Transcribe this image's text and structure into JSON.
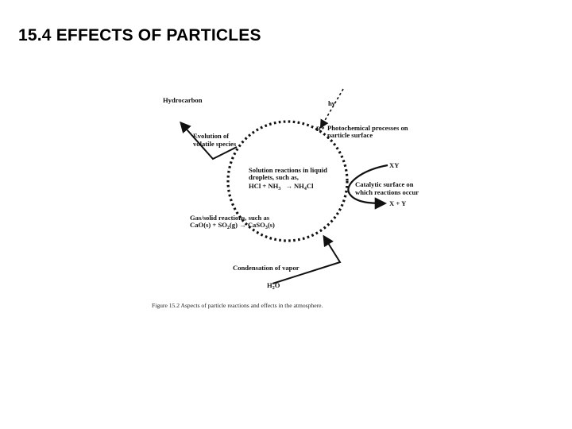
{
  "slide": {
    "title": "15.4 EFFECTS OF PARTICLES"
  },
  "figure": {
    "hydrocarbon": "Hydrocarbon",
    "evolution": [
      "Evolution of",
      "volatile species"
    ],
    "hv": "hν",
    "r_star": "R*",
    "photochemical": [
      "Photochemical processes on",
      "particle surface"
    ],
    "solution": {
      "line1": "Solution reactions in liquid",
      "line2": "droplets, such as,",
      "eq_hcl": "HCl + NH",
      "eq_sub3": "3",
      "eq_arrow": "→",
      "eq_nh": "NH",
      "eq_sub4": "4",
      "eq_cl": "Cl"
    },
    "xy": "XY",
    "catalytic": [
      "Catalytic surface on",
      "which reactions occur"
    ],
    "x_plus_y": "X + Y",
    "gas_solid": {
      "line1": "Gas/solid reactions, such as",
      "eq_a": "CaO(s) + SO",
      "eq_sub2": "2",
      "eq_b": "(g) → CaSO",
      "eq_sub3": "3",
      "eq_c": "(s)"
    },
    "condensation": "Condensation of vapor",
    "h2o": {
      "h": "H",
      "sub": "2",
      "o": "O"
    },
    "caption": "Figure 15.2  Aspects of particle reactions and effects in the atmosphere."
  }
}
